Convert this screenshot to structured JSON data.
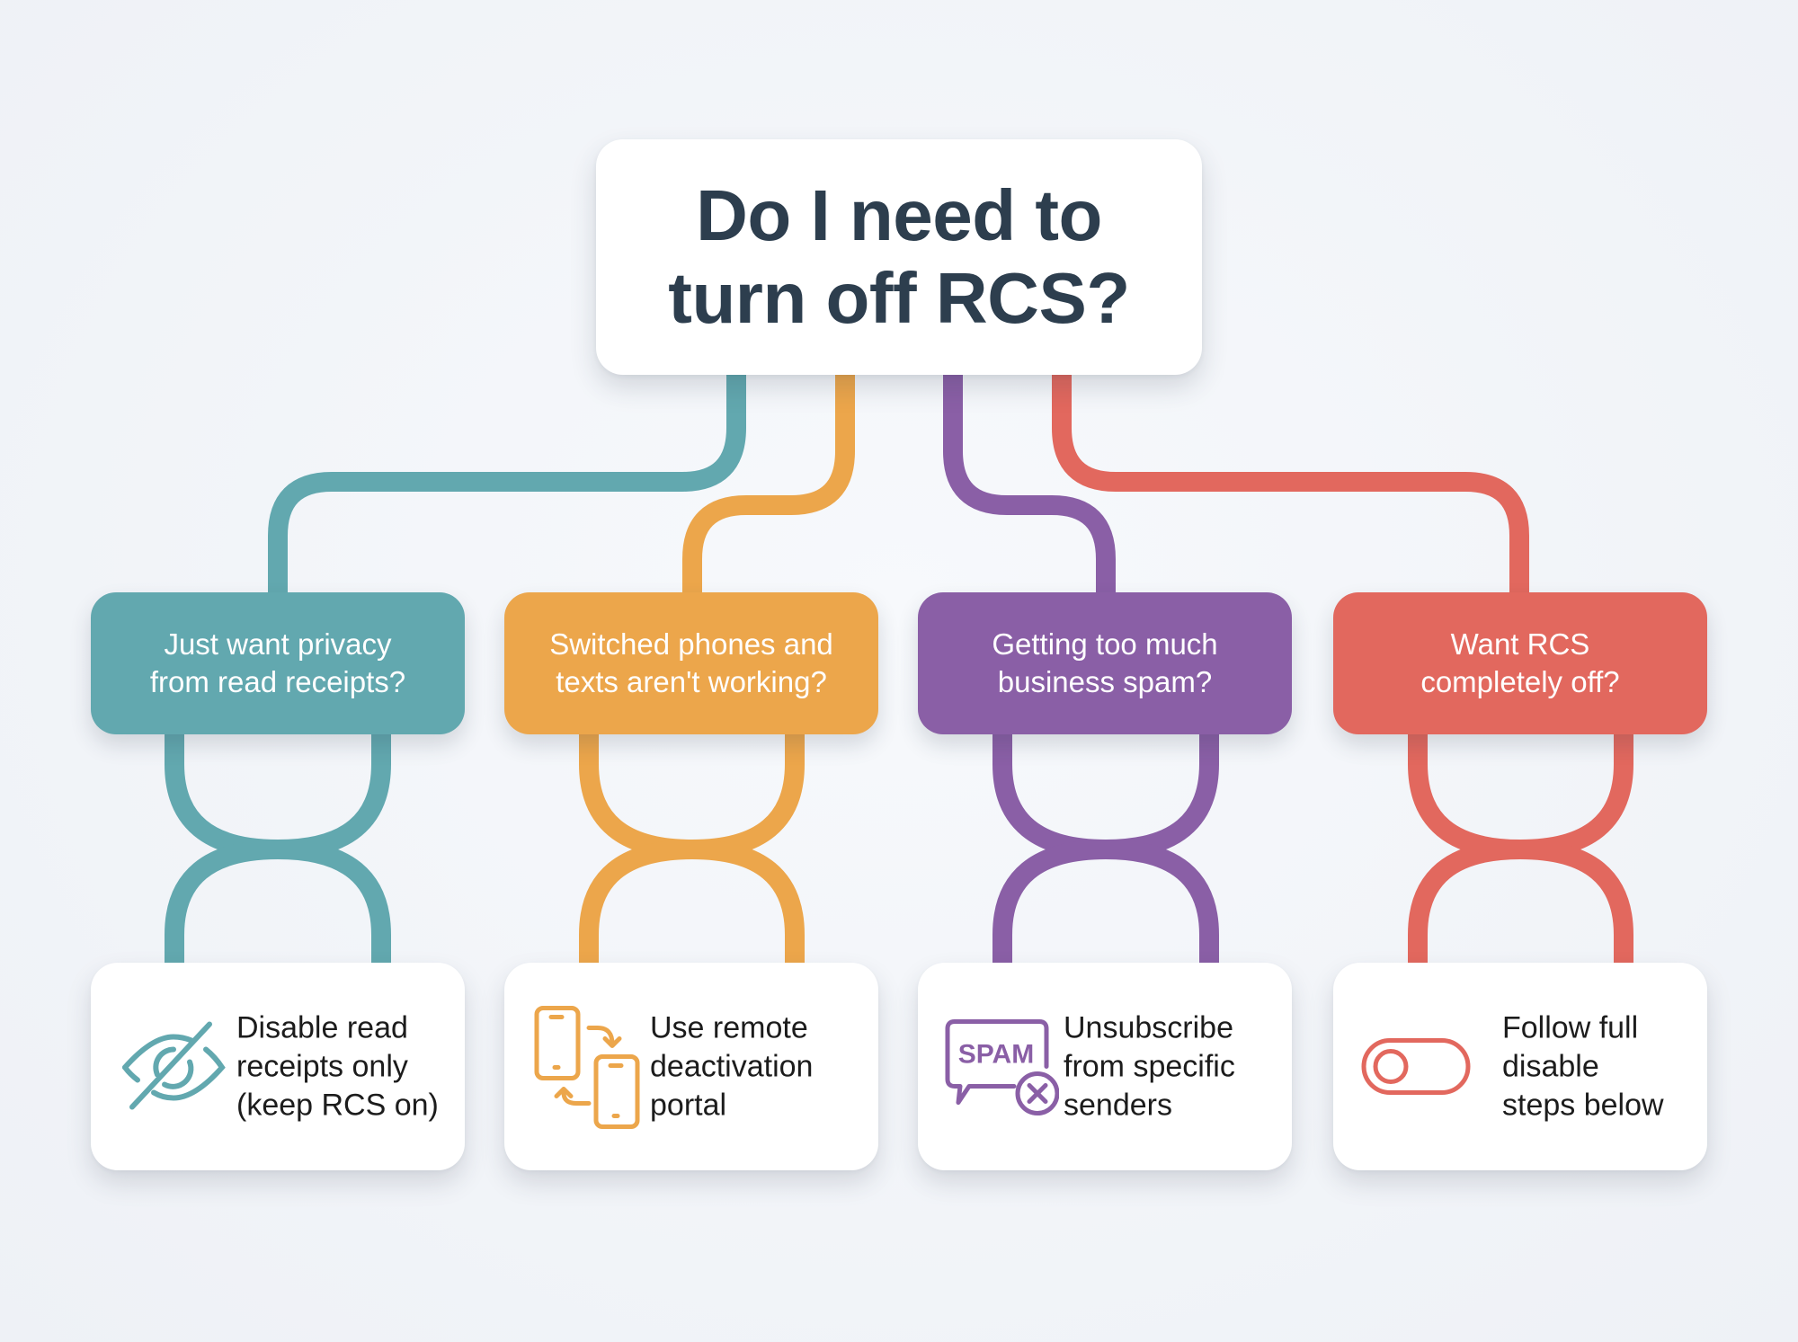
{
  "title": {
    "line1": "Do I need to",
    "line2": "turn off RCS?"
  },
  "colors": {
    "background": "#f0f3f8",
    "title_text": "#2d3e4e",
    "teal": "#62a8af",
    "orange": "#eca64b",
    "purple": "#8a5fa6",
    "red": "#e2685e",
    "answer_text": "#1c1c1c"
  },
  "branches": [
    {
      "color_key": "teal",
      "question": {
        "line1": "Just want privacy",
        "line2": "from read receipts?"
      },
      "answer": {
        "icon": "eye-slash-icon",
        "line1": "Disable read",
        "line2": "receipts only",
        "line3": "(keep RCS on)"
      }
    },
    {
      "color_key": "orange",
      "question": {
        "line1": "Switched phones and",
        "line2": "texts aren't working?"
      },
      "answer": {
        "icon": "phone-transfer-icon",
        "line1": "Use remote",
        "line2": "deactivation",
        "line3": "portal"
      }
    },
    {
      "color_key": "purple",
      "question": {
        "line1": "Getting too much",
        "line2": "business spam?"
      },
      "answer": {
        "icon": "spam-block-icon",
        "icon_label": "SPAM",
        "line1": "Unsubscribe",
        "line2": "from specific",
        "line3": "senders"
      }
    },
    {
      "color_key": "red",
      "question": {
        "line1": "Want RCS",
        "line2": "completely off?"
      },
      "answer": {
        "icon": "toggle-off-icon",
        "line1": "Follow full",
        "line2": "disable",
        "line3": "steps below"
      }
    }
  ]
}
